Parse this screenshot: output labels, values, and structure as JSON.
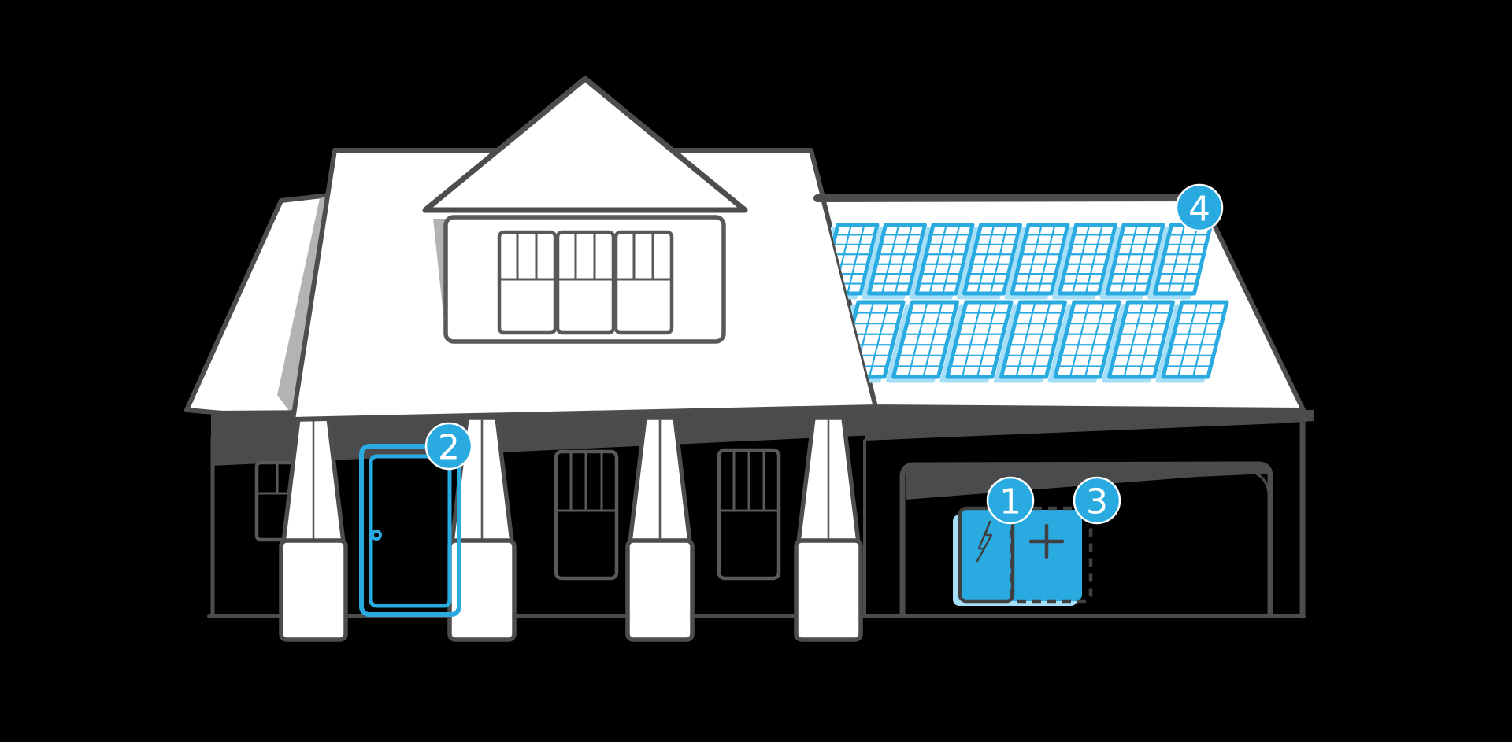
{
  "scene": {
    "description": "Line illustration of a house with porch columns, dormer, garage, rooftop solar array, home battery with expansion unit, and numbered feature callouts",
    "background_color": "#000000"
  },
  "colors": {
    "accent_blue": "#29abe2",
    "accent_blue_light": "#a5def7",
    "outline_dark": "#4d4d4d",
    "outline_medium": "#58595b",
    "shadow_gray": "#b3b3b5",
    "wall_shadow": "#4a4b4d",
    "house_white": "#ffffff"
  },
  "badges": [
    {
      "label": "1",
      "target": "battery-unit"
    },
    {
      "label": "2",
      "target": "front-door"
    },
    {
      "label": "3",
      "target": "expansion-battery"
    },
    {
      "label": "4",
      "target": "solar-array"
    }
  ],
  "icons": [
    {
      "name": "lightning-icon",
      "meaning": "battery power unit"
    },
    {
      "name": "plus-icon",
      "meaning": "add expansion battery"
    }
  ],
  "solar_array": {
    "rows": 2,
    "panels_top_row": 8,
    "panels_bottom_row": 7,
    "cells_per_panel_columns": 3,
    "cells_per_panel_rows": 7
  },
  "battery": {
    "solid_unit_count": 1,
    "dashed_unit_count": 1
  }
}
